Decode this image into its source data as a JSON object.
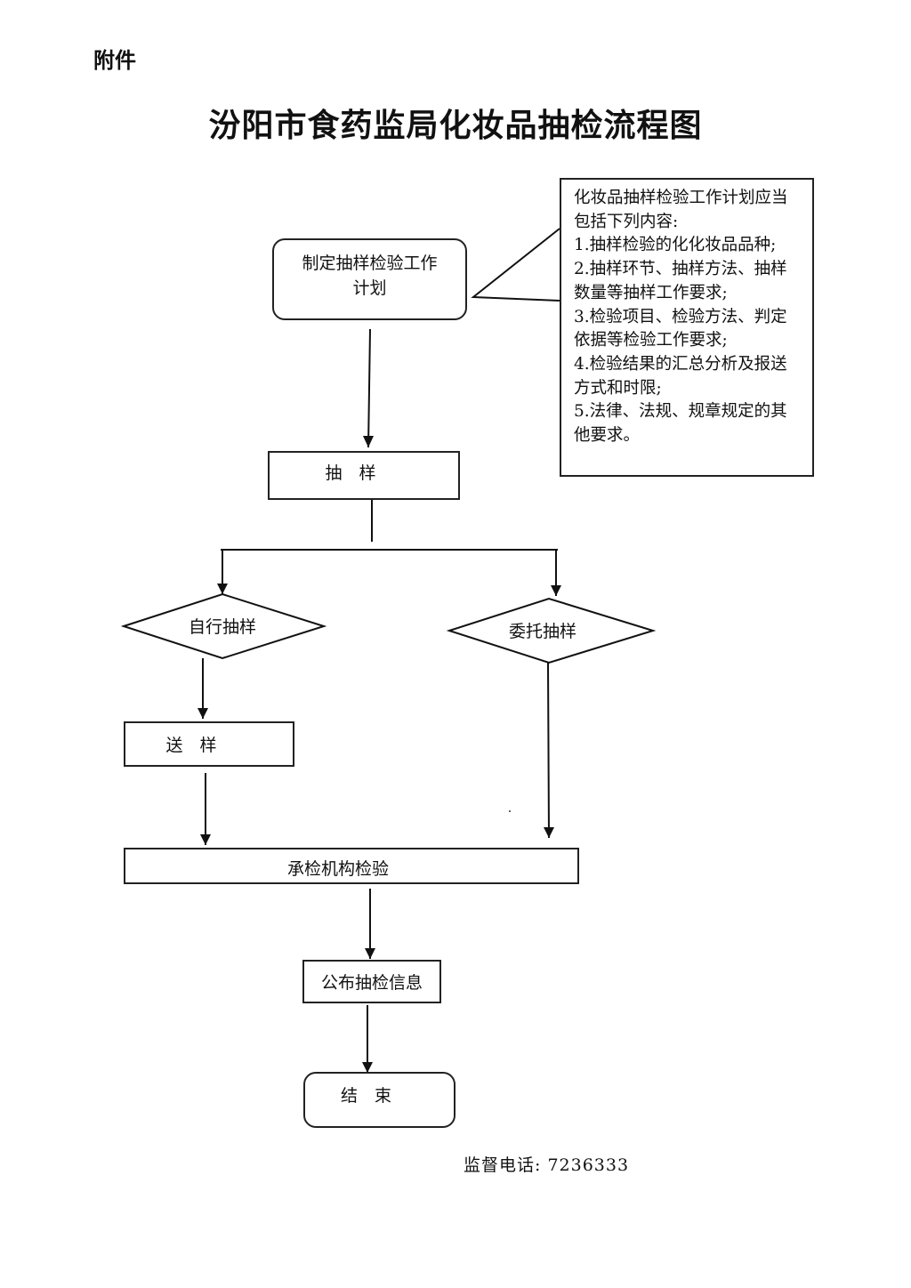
{
  "header": {
    "attachment_label": "附件",
    "title": "汾阳市食药监局化妆品抽检流程图"
  },
  "flow": {
    "plan": {
      "line1": "制定抽样检验工作",
      "line2": "计划"
    },
    "sampling": "抽　样",
    "self_sampling": "自行抽样",
    "entrusted_sampling": "委托抽样",
    "send_sample": "送　样",
    "inspection": "承检机构检验",
    "publish": "公布抽检信息",
    "end": "结　束"
  },
  "note": {
    "lines": [
      "化妆品抽样检验工作计划应当包括下列内容:",
      "1.抽样检验的化化妆品品种;",
      "2.抽样环节、抽样方法、抽样数量等抽样工作要求;",
      "3.检验项目、检验方法、判定依据等检验工作要求;",
      "4.检验结果的汇总分析及报送方式和时限;",
      "5.法律、法规、规章规定的其他要求。"
    ]
  },
  "footer": {
    "phone": "监督电话: 7236333"
  }
}
